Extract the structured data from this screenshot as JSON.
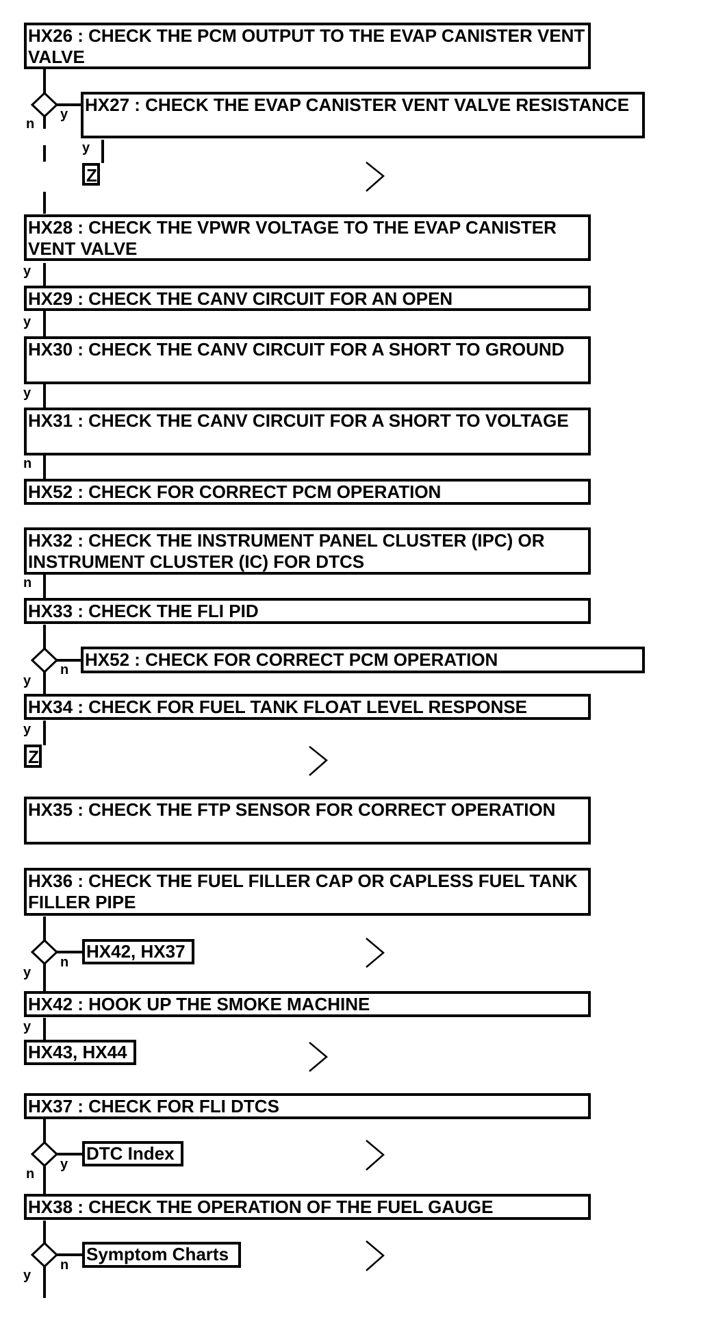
{
  "steps": {
    "hx26": "HX26 : CHECK THE PCM OUTPUT TO THE EVAP CANISTER VENT VALVE",
    "hx27": "HX27 : CHECK THE EVAP CANISTER VENT VALVE RESISTANCE",
    "hx28": "HX28 : CHECK THE VPWR VOLTAGE TO THE EVAP CANISTER VENT VALVE",
    "hx29": "HX29 : CHECK THE CANV CIRCUIT FOR AN OPEN",
    "hx30": "HX30 : CHECK THE CANV CIRCUIT FOR A SHORT TO GROUND",
    "hx31": "HX31 : CHECK THE CANV CIRCUIT FOR A SHORT TO VOLTAGE",
    "hx52a": "HX52 : CHECK FOR CORRECT PCM OPERATION",
    "hx32": "HX32 : CHECK THE INSTRUMENT PANEL CLUSTER (IPC) OR INSTRUMENT CLUSTER (IC) FOR DTCS",
    "hx33": "HX33 : CHECK THE FLI PID",
    "hx52b": "HX52 : CHECK FOR CORRECT PCM OPERATION",
    "hx34": "HX34 : CHECK FOR FUEL TANK FLOAT LEVEL RESPONSE",
    "hx35": "HX35 : CHECK THE FTP SENSOR FOR CORRECT OPERATION",
    "hx36": "HX36 : CHECK THE FUEL FILLER CAP OR CAPLESS FUEL TANK FILLER PIPE",
    "hx42": "HX42 : HOOK UP THE SMOKE MACHINE",
    "hx37": "HX37 : CHECK FOR FLI DTCS",
    "hx38": "HX38 : CHECK THE OPERATION OF THE FUEL GAUGE"
  },
  "links": {
    "z1": "Z",
    "z2": "Z",
    "hx42_hx37": "HX42, HX37",
    "hx43_hx44": "HX43, HX44",
    "dtc_index": "DTC Index",
    "symptom_charts": "Symptom Charts"
  },
  "branch_labels": {
    "yes": "y",
    "no": "n"
  }
}
